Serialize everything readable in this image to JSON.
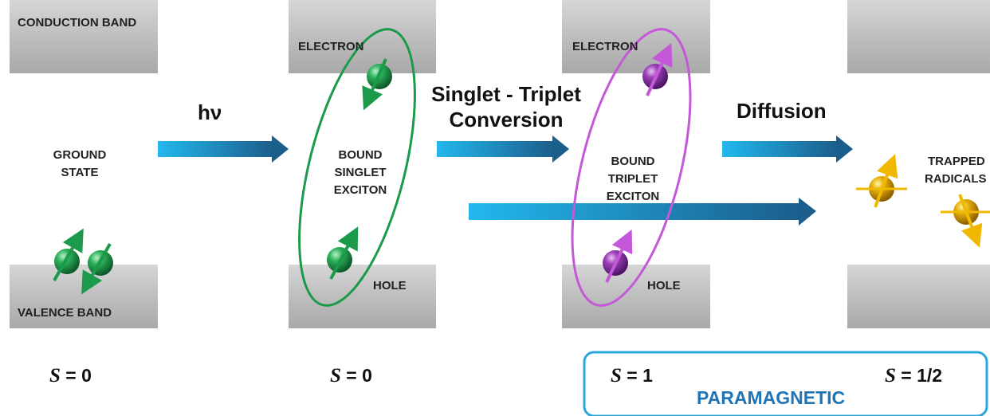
{
  "bands": {
    "conduction": "CONDUCTION BAND",
    "valence": "VALENCE BAND",
    "electron": "ELECTRON",
    "hole": "HOLE"
  },
  "states": {
    "ground_line1": "GROUND",
    "ground_line2": "STATE",
    "singlet_line1": "BOUND",
    "singlet_line2": "SINGLET",
    "singlet_line3": "EXCITON",
    "triplet_line1": "BOUND",
    "triplet_line2": "TRIPLET",
    "triplet_line3": "EXCITON",
    "trapped_line1": "TRAPPED",
    "trapped_line2": "RADICALS"
  },
  "transitions": {
    "photon": "hν",
    "conversion_line1": "Singlet - Triplet",
    "conversion_line2": "Conversion",
    "diffusion": "Diffusion"
  },
  "spins": {
    "ground_symbol": "S",
    "ground_value": " = 0",
    "singlet_symbol": "S",
    "singlet_value": " = 0",
    "triplet_symbol": "S",
    "triplet_value": " = 1",
    "radical_symbol": "S",
    "radical_value": " = 1/2",
    "paramagnetic": "PARAMAGNETIC"
  },
  "colors": {
    "singlet": "#1a9a4a",
    "triplet": "#c458d8",
    "radical": "#e9b400",
    "arrow_start": "#22b8ee",
    "arrow_end": "#1b5e8c",
    "paramagnetic_border": "#2aa8dc",
    "paramagnetic_text": "#1f74b6"
  }
}
